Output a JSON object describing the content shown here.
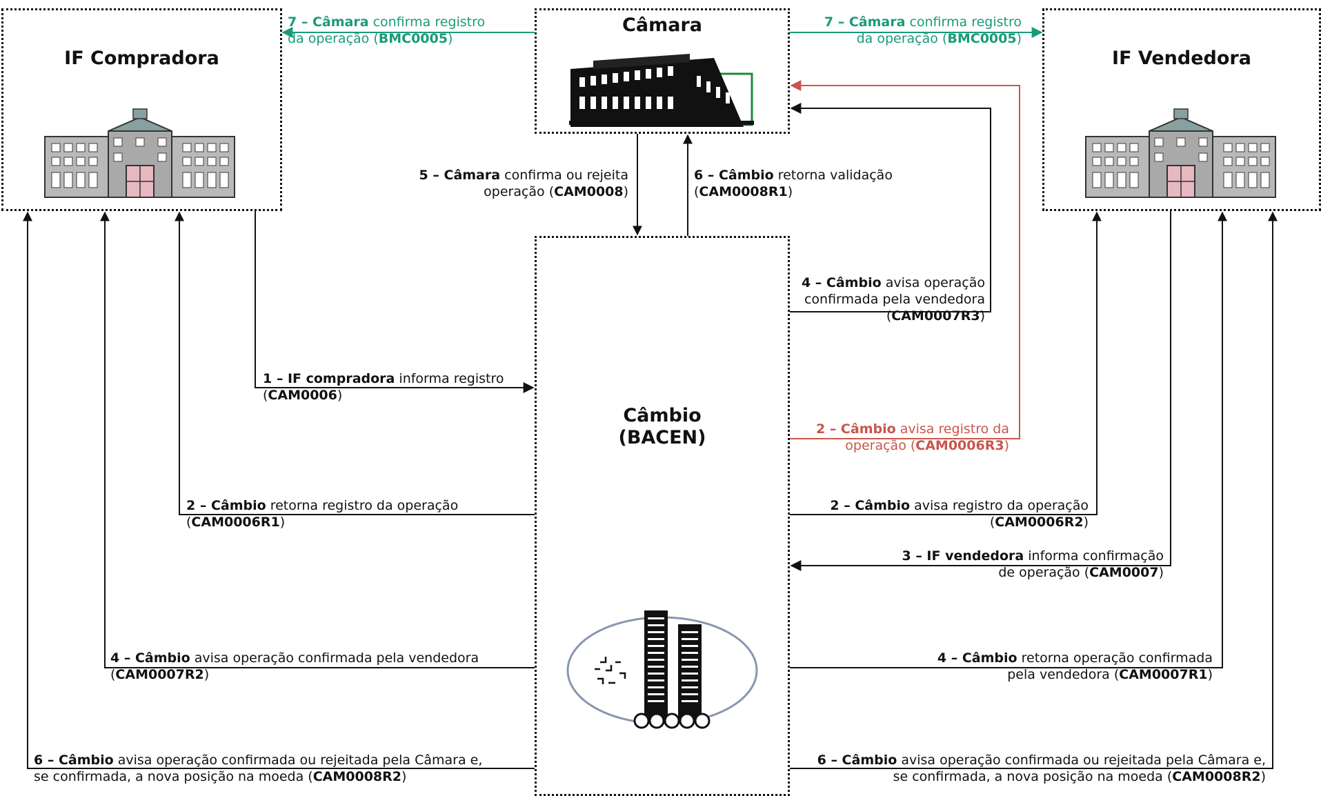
{
  "colors": {
    "black": "#111111",
    "green": "#1a9a78",
    "red": "#c9554b",
    "bacen_logo": "#8896b0"
  },
  "nodes": {
    "compradora": {
      "title": "IF Compradora",
      "icon": "building-icon"
    },
    "camara": {
      "title": "Câmara",
      "icon": "camara-building-icon"
    },
    "vendedora": {
      "title": "IF Vendedora",
      "icon": "building-icon"
    },
    "cambio": {
      "title_line1": "Câmbio",
      "title_line2": "(BACEN)",
      "icon": "bacen-logo-icon"
    }
  },
  "messages": {
    "m7_left": {
      "step": "7 – Câmara",
      "text1": " confirma registro",
      "line2_a": "da operação (",
      "code": "BMC0005",
      "line2_b": ")"
    },
    "m7_right": {
      "step": "7 – Câmara",
      "text1": " confirma registro",
      "line2_a": "da operação (",
      "code": "BMC0005",
      "line2_b": ")"
    },
    "m5": {
      "step": "5 – Câmara",
      "text1": " confirma ou rejeita",
      "line2_a": "operação (",
      "code": "CAM0008",
      "line2_b": ")"
    },
    "m6_top": {
      "step": "6 – Câmbio",
      "text1": " retorna validação",
      "line2_a": "(",
      "code": "CAM0008R1",
      "line2_b": ")"
    },
    "m4_camara": {
      "step": "4 – Câmbio",
      "text1": " avisa operação",
      "line2_text": "confirmada pela vendedora",
      "line3_a": "(",
      "code": "CAM0007R3",
      "line3_b": ")"
    },
    "m1": {
      "step": "1 – IF compradora",
      "text1": " informa registro",
      "line2_a": "(",
      "code": "CAM0006",
      "line2_b": ")"
    },
    "m2_red": {
      "step": "2 – Câmbio",
      "text1": " avisa registro da",
      "line2_a": "operação (",
      "code": "CAM0006R3",
      "line2_b": ")"
    },
    "m2_left": {
      "step": "2 – Câmbio",
      "text1": " retorna registro da operação",
      "line2_a": "(",
      "code": "CAM0006R1",
      "line2_b": ")"
    },
    "m2_right": {
      "step": "2 – Câmbio",
      "text1": " avisa registro da operação",
      "line2_a": "(",
      "code": "CAM0006R2",
      "line2_b": ")"
    },
    "m3": {
      "step": "3 – IF vendedora",
      "text1": " informa confirmação",
      "line2_a": "de operação (",
      "code": "CAM0007",
      "line2_b": ")"
    },
    "m4_left": {
      "step": "4 – Câmbio",
      "text1": " avisa operação confirmada pela vendedora",
      "line2_a": "(",
      "code": "CAM0007R2",
      "line2_b": ")"
    },
    "m4_right": {
      "step": "4 – Câmbio",
      "text1": " retorna operação confirmada",
      "line2_a": "pela vendedora (",
      "code": "CAM0007R1",
      "line2_b": ")"
    },
    "m6_left": {
      "step": "6 – Câmbio",
      "text1": " avisa operação confirmada ou rejeitada pela Câmara e,",
      "line2_a": "se confirmada, a nova posição na moeda (",
      "code": "CAM0008R2",
      "line2_b": ")"
    },
    "m6_right": {
      "step": "6 – Câmbio",
      "text1": " avisa operação confirmada ou rejeitada pela Câmara e,",
      "line2_a": "se confirmada, a nova posição na moeda (",
      "code": "CAM0008R2",
      "line2_b": ")"
    }
  }
}
